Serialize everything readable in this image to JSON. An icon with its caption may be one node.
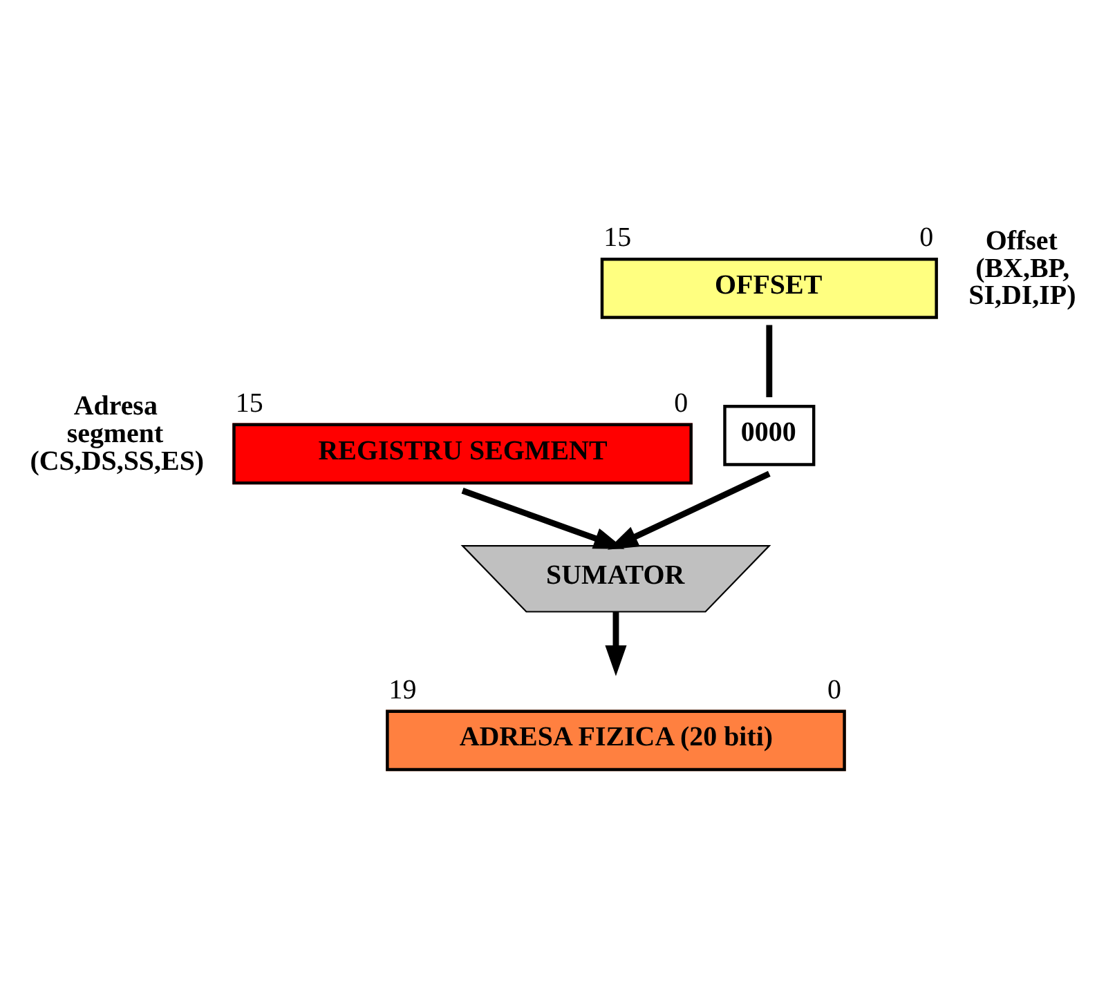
{
  "diagram": {
    "nodes": [
      {
        "text": [
          "OFFSET"
        ],
        "beside": [
          "15",
          "0",
          "Offset (BX,BP, SI,DI,IP)"
        ]
      },
      {
        "text": [
          "REGISTRU SEGMENT"
        ],
        "beside": [
          "15",
          "0",
          "Adresa segment (CS,DS,SS,ES)"
        ]
      },
      {
        "text": [
          "0000"
        ]
      },
      {
        "text": [
          "SUMATOR"
        ]
      },
      {
        "text": [
          "ADRESA FIZICA (20 biti)"
        ],
        "beside": [
          "19",
          "0"
        ]
      }
    ],
    "edges": [
      {
        "from": 0,
        "to": 2,
        "arrow": "none"
      },
      {
        "from": 1,
        "to": 3,
        "arrow": "to"
      },
      {
        "from": 2,
        "to": 3,
        "arrow": "to"
      },
      {
        "from": 3,
        "to": 4,
        "arrow": "to"
      }
    ]
  }
}
